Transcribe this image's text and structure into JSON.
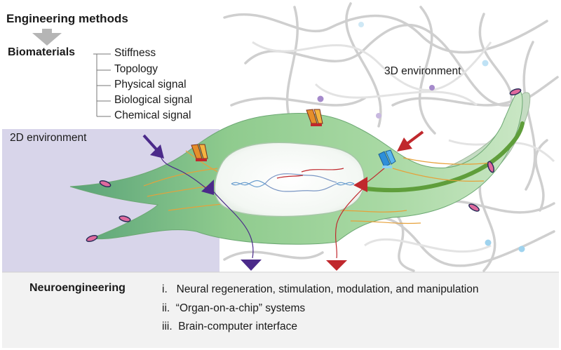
{
  "header": {
    "title": "Engineering methods"
  },
  "biomaterials": {
    "label": "Biomaterials",
    "properties": [
      "Stiffness",
      "Topology",
      "Physical signal",
      "Biological signal",
      "Chemical signal"
    ]
  },
  "environments": {
    "two_d": "2D environment",
    "three_d": "3D environment"
  },
  "neuroengineering": {
    "label": "Neuroengineering",
    "items": [
      "i.   Neural regeneration, stimulation, modulation, and manipulation",
      "ii.  “Organ-on-a-chip” systems",
      "iii.  Brain-computer interface"
    ]
  },
  "colors": {
    "panel_2d": "#d8d5ea",
    "panel_bottom": "#f2f2f2",
    "cell_green": "#9fd29c",
    "cell_dark": "#4e9a5e",
    "signal_purple": "#4b2a8a",
    "signal_red": "#c0282d",
    "fiber_gray": "#cfcfcf"
  }
}
